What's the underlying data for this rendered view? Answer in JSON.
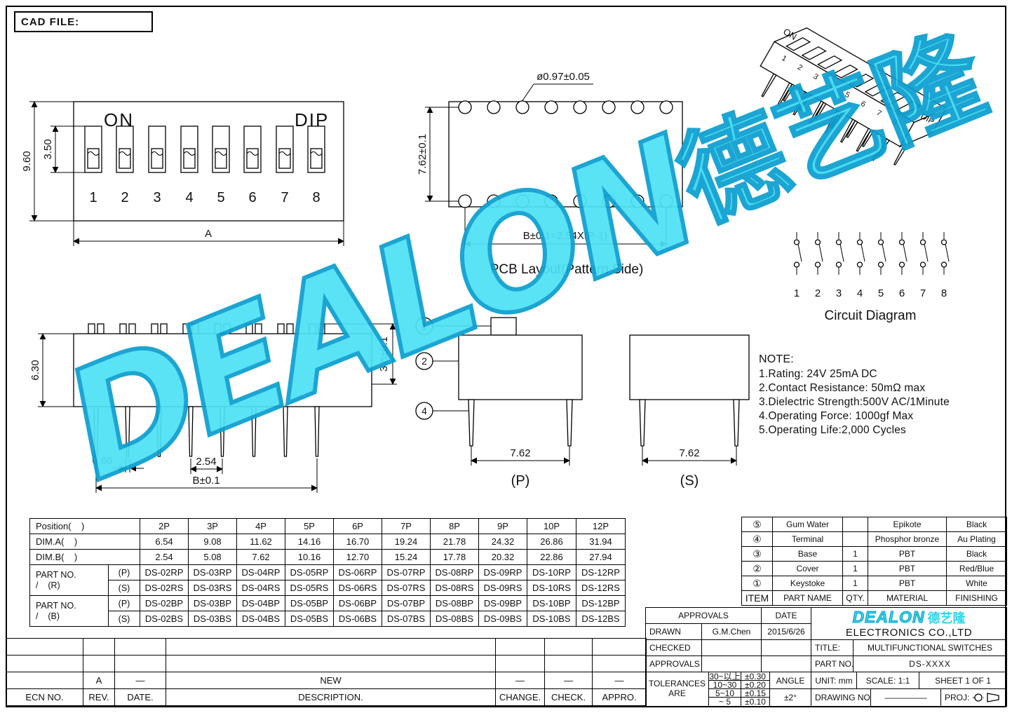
{
  "page": {
    "cad_file_label": "CAD FILE:"
  },
  "watermark": {
    "en": "DEALON",
    "cn": "德艺隆"
  },
  "front_view": {
    "on": "ON",
    "dip": "DIP",
    "numbers": [
      "1",
      "2",
      "3",
      "4",
      "5",
      "6",
      "7",
      "8"
    ],
    "dim_height": "9.60",
    "dim_actuator": "3.50",
    "dim_width": "A"
  },
  "pcb": {
    "title": "PCB Layout(Pattern Side)",
    "dim_hole": "ø0.97±0.05",
    "dim_rows": "7.62±0.1",
    "dim_span": "B±0.1=2.54X(P-1)"
  },
  "iso": {
    "on": "ON",
    "dip": "DIP",
    "numbers": [
      "1",
      "2",
      "3",
      "4",
      "5",
      "6",
      "7",
      "8"
    ]
  },
  "circuit": {
    "title": "Circuit Diagram",
    "numbers": [
      "1",
      "2",
      "3",
      "4",
      "5",
      "6",
      "7",
      "8"
    ]
  },
  "side_view": {
    "dim_height": "6.30",
    "dim_pin": "0.60",
    "dim_pitch": "2.54",
    "dim_span": "B±0.1",
    "dim_actuator": "3.6±0.1"
  },
  "p_view": {
    "label": "(P)",
    "dim": "7.62",
    "callouts": [
      "1",
      "2",
      "4"
    ]
  },
  "s_view": {
    "label": "(S)",
    "dim": "7.62"
  },
  "note": {
    "title": "NOTE:",
    "lines": [
      "1.Rating: 24V 25mA DC",
      "2.Contact Resistance: 50mΩ max",
      "3.Dielectric Strength:500V AC/1Minute",
      "4.Operating Force: 1000gf Max",
      "5.Operating Life:2,000 Cycles"
    ]
  },
  "spec_table": {
    "position_label": "Position(    )",
    "positions": [
      "2P",
      "3P",
      "4P",
      "5P",
      "6P",
      "7P",
      "8P",
      "9P",
      "10P",
      "12P"
    ],
    "dim_a_label": "DIM.A(    )",
    "dim_a": [
      "6.54",
      "9.08",
      "11.62",
      "14.16",
      "16.70",
      "19.24",
      "21.78",
      "24.32",
      "26.86",
      "31.94"
    ],
    "dim_b_label": "DIM.B(    )",
    "dim_b": [
      "2.54",
      "5.08",
      "7.62",
      "10.16",
      "12.70",
      "15.24",
      "17.78",
      "20.32",
      "22.86",
      "27.94"
    ],
    "part_label_1a": "PART NO.",
    "part_label_1b": "/    (R)",
    "part_label_2a": "PART NO.",
    "part_label_2b": "/    (B)",
    "sub_p": "(P)",
    "sub_s": "(S)",
    "part_rp": [
      "DS-02RP",
      "DS-03RP",
      "DS-04RP",
      "DS-05RP",
      "DS-06RP",
      "DS-07RP",
      "DS-08RP",
      "DS-09RP",
      "DS-10RP",
      "DS-12RP"
    ],
    "part_rs": [
      "DS-02RS",
      "DS-03RS",
      "DS-04RS",
      "DS-05RS",
      "DS-06RS",
      "DS-07RS",
      "DS-08RS",
      "DS-09RS",
      "DS-10RS",
      "DS-12RS"
    ],
    "part_bp": [
      "DS-02BP",
      "DS-03BP",
      "DS-04BP",
      "DS-05BP",
      "DS-06BP",
      "DS-07BP",
      "DS-08BP",
      "DS-09BP",
      "DS-10BP",
      "DS-12BP"
    ],
    "part_bs": [
      "DS-02BS",
      "DS-03BS",
      "DS-04BS",
      "DS-05BS",
      "DS-06BS",
      "DS-07BS",
      "DS-08BS",
      "DS-09BS",
      "DS-10BS",
      "DS-12BS"
    ]
  },
  "bom": {
    "rows": [
      [
        "⑤",
        "Gum Water",
        "",
        "Epikote",
        "Black"
      ],
      [
        "④",
        "Terminal",
        "",
        "Phosphor bronze",
        "Au Plating"
      ],
      [
        "③",
        "Base",
        "1",
        "PBT",
        "Black"
      ],
      [
        "②",
        "Cover",
        "1",
        "PBT",
        "Red/Blue"
      ],
      [
        "①",
        "Keystoke",
        "1",
        "PBT",
        "White"
      ]
    ],
    "header": [
      "ITEM",
      "PART NAME",
      "QTY.",
      "MATERIAL",
      "FINISHING"
    ]
  },
  "title_block": {
    "approvals": "APPROVALS",
    "date": "DATE",
    "drawn": "DRAWN",
    "drawn_by": "G.M.Chen",
    "drawn_date": "2015/6/26",
    "checked": "CHECKED",
    "approvals2": "APPROVALS",
    "tolerances_label": "TOLERANCES ARE",
    "tol_ranges": [
      "30~以上",
      "10~30",
      "5~10",
      "~ 5"
    ],
    "tol_values": [
      "±0.30",
      "±0.20",
      "±0.15",
      "±0.10"
    ],
    "angle_label": "ANGLE",
    "angle_value": "±2°",
    "logo_en": "DEALON",
    "logo_cn": "德艺隆",
    "company": "ELECTRONICS CO.,LTD",
    "title_label": "TITLE:",
    "title_value": "MULTIFUNCTIONAL SWITCHES",
    "part_no_label": "PART NO.",
    "part_no_value": "DS-XXXX",
    "unit": "UNIT: mm",
    "scale": "SCALE: 1:1",
    "sheet": "SHEET 1 OF 1",
    "drawing_no_label": "DRAWING NO.",
    "drawing_no_value": "—————",
    "proj_label": "PROJ:"
  },
  "revision": {
    "empty": [
      "",
      "",
      "",
      "",
      "",
      "",
      ""
    ],
    "values": [
      "",
      "A",
      "—",
      "NEW",
      "—",
      "—",
      "—"
    ],
    "labels": [
      "ECN NO.",
      "REV.",
      "DATE.",
      "DESCRIPTION.",
      "CHANGE.",
      "CHECK.",
      "APPRO."
    ]
  }
}
